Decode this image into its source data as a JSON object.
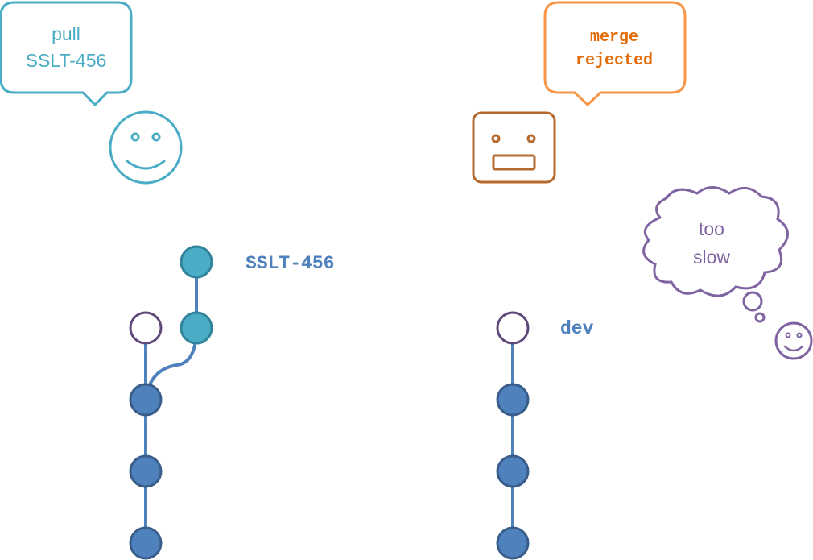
{
  "colors": {
    "teal": "#4aacc5",
    "teal_dark": "#31849b",
    "blue": "#4f81bd",
    "blue_dark": "#385d8a",
    "purple": "#8064a2",
    "purple_dark": "#5f497a",
    "orange": "#f79646",
    "orange_text": "#e36c09",
    "brown": "#b5692c"
  },
  "left_bubble": {
    "line1": "pull",
    "line2": "SSLT-456"
  },
  "right_bubble": {
    "line1": "merge",
    "line2": "rejected"
  },
  "thought_bubble": {
    "line1": "too",
    "line2": "slow"
  },
  "branch_labels": {
    "feature": "SSLT-456",
    "dev": "dev"
  },
  "icons": {
    "happy_teal": "smiley-face-icon",
    "robot_orange": "flat-mouth-face-icon",
    "happy_purple": "smiley-face-icon"
  }
}
